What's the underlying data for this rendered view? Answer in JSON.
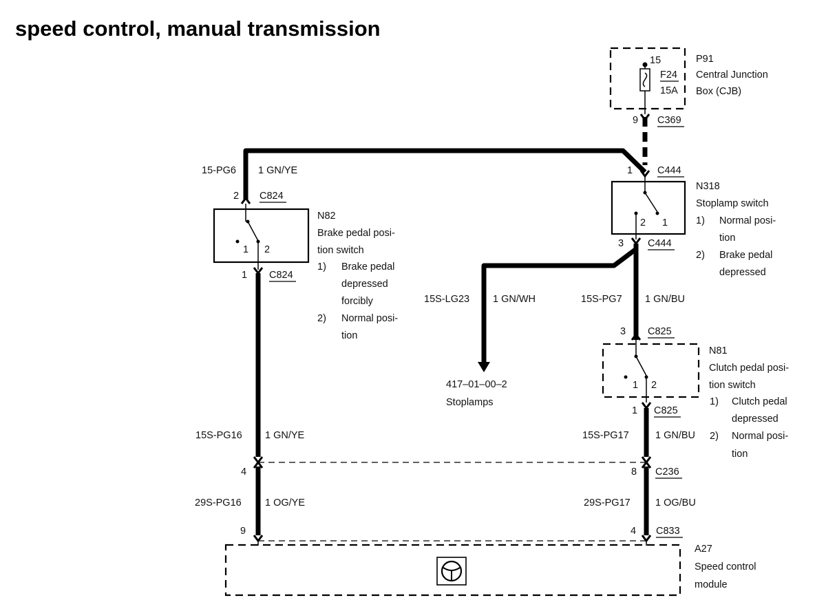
{
  "title": "speed control, manual transmission",
  "components": {
    "p91": {
      "id": "P91",
      "name_line1": "Central Junction",
      "name_line2": "Box (CJB)",
      "fuse": "F24",
      "rating": "15A",
      "pin_in": "15"
    },
    "n318": {
      "id": "N318",
      "name": "Stoplamp switch",
      "pos1_num": "1)",
      "pos1_line1": "Normal posi-",
      "pos1_line2": "tion",
      "pos2_num": "2)",
      "pos2_line1": "Brake pedal",
      "pos2_line2": "depressed",
      "pin_2": "2",
      "pin_1": "1"
    },
    "n82": {
      "id": "N82",
      "name_line1": "Brake pedal posi-",
      "name_line2": "tion switch",
      "pos1_num": "1)",
      "pos1_line1": "Brake pedal",
      "pos1_line2": "depressed",
      "pos1_line3": "forcibly",
      "pos2_num": "2)",
      "pos2_line1": "Normal posi-",
      "pos2_line2": "tion",
      "pin_1": "1",
      "pin_2": "2"
    },
    "n81": {
      "id": "N81",
      "name_line1": "Clutch pedal posi-",
      "name_line2": "tion switch",
      "pos1_num": "1)",
      "pos1_line1": "Clutch pedal",
      "pos1_line2": "depressed",
      "pos2_num": "2)",
      "pos2_line1": "Normal posi-",
      "pos2_line2": "tion",
      "pin_1": "1",
      "pin_2": "2"
    },
    "a27": {
      "id": "A27",
      "name_line1": "Speed control",
      "name_line2": "module"
    }
  },
  "connectors": {
    "c369": {
      "name": "C369",
      "pin": "9"
    },
    "c444_top": {
      "name": "C444",
      "pin": "1"
    },
    "c444_bot": {
      "name": "C444",
      "pin": "3"
    },
    "c824_top": {
      "name": "C824",
      "pin": "2"
    },
    "c824_bot": {
      "name": "C824",
      "pin": "1"
    },
    "c825_top": {
      "name": "C825",
      "pin": "3"
    },
    "c825_bot": {
      "name": "C825",
      "pin": "1"
    },
    "c236_left": {
      "pin": "4"
    },
    "c236_right": {
      "name": "C236",
      "pin": "8"
    },
    "c833_left": {
      "pin": "9"
    },
    "c833_right": {
      "name": "C833",
      "pin": "4"
    }
  },
  "wires": {
    "pg6": {
      "circuit": "15-PG6",
      "spec": "1 GN/YE"
    },
    "lg23": {
      "circuit": "15S-LG23",
      "spec": "1 GN/WH"
    },
    "pg7": {
      "circuit": "15S-PG7",
      "spec": "1 GN/BU"
    },
    "pg16": {
      "circuit": "15S-PG16",
      "spec": "1 GN/YE"
    },
    "pg17": {
      "circuit": "15S-PG17",
      "spec": "1 GN/BU"
    },
    "pg16_29": {
      "circuit": "29S-PG16",
      "spec": "1 OG/YE"
    },
    "pg17_29": {
      "circuit": "29S-PG17",
      "spec": "1 OG/BU"
    }
  },
  "reference": {
    "code": "417–01–00–2",
    "name": "Stoplamps"
  },
  "icons": {
    "module_symbol": "steering-wheel-icon"
  }
}
